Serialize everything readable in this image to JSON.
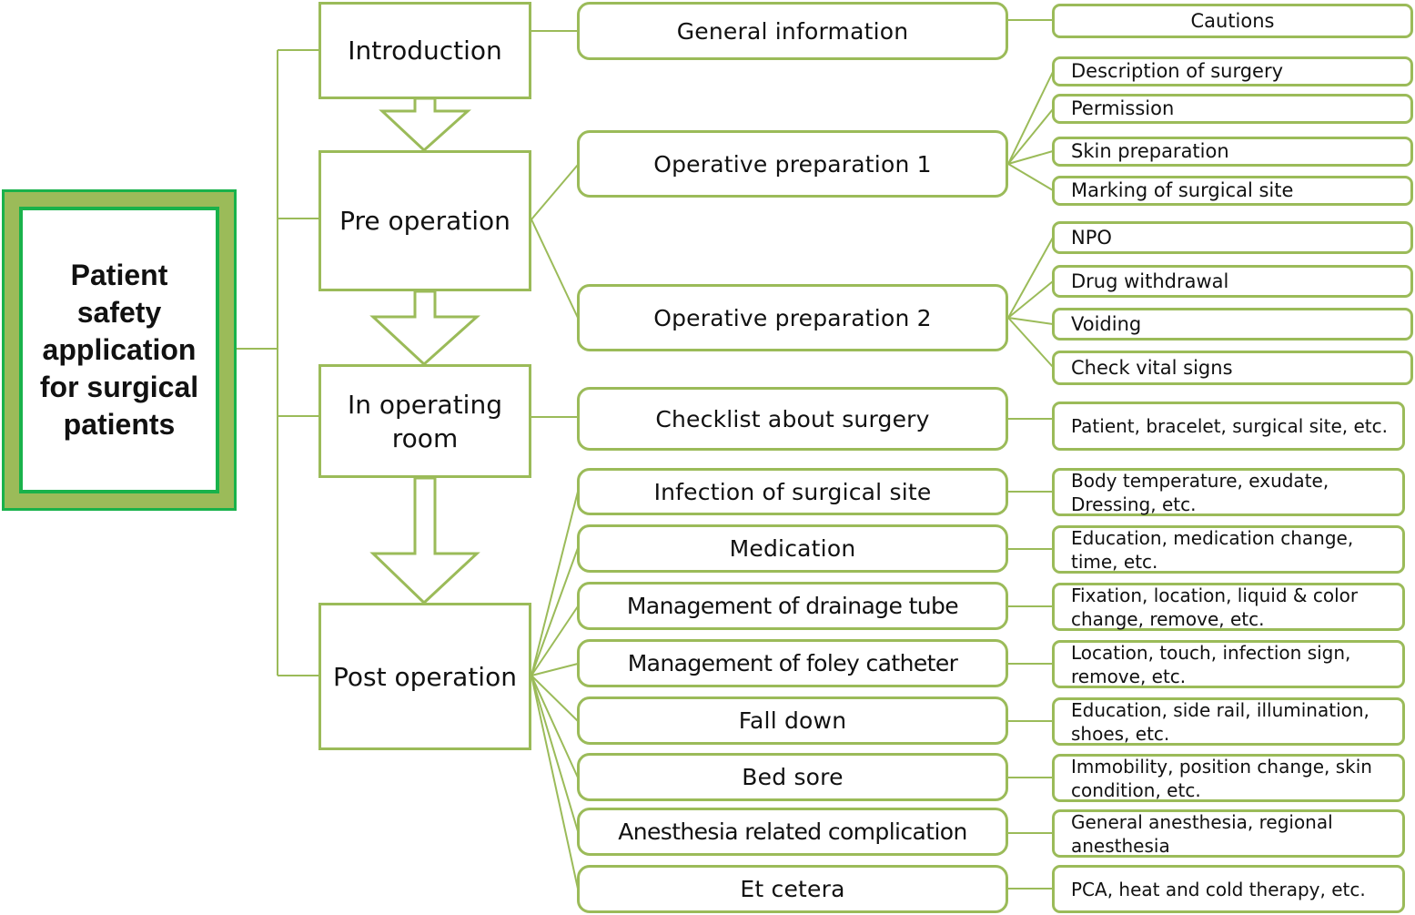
{
  "root": {
    "title": "Patient safety application for surgical patients"
  },
  "stages": {
    "introduction": "Introduction",
    "pre_operation": "Pre operation",
    "in_operating_room": "In operating room",
    "post_operation": "Post operation"
  },
  "categories": {
    "general_information": "General information",
    "operative_preparation_1": "Operative preparation 1",
    "operative_preparation_2": "Operative preparation 2",
    "checklist_about_surgery": "Checklist about surgery",
    "infection_of_surgical_site": "Infection of surgical site",
    "medication": "Medication",
    "management_of_drainage_tube": "Management of drainage tube",
    "management_of_foley_catheter": "Management of foley catheter",
    "fall_down": "Fall down",
    "bed_sore": "Bed sore",
    "anesthesia_related_complication": "Anesthesia related complication",
    "et_cetera": "Et cetera"
  },
  "details": {
    "cautions": "Cautions",
    "description_of_surgery": "Description of surgery",
    "permission": "Permission",
    "skin_preparation": "Skin preparation",
    "marking_of_surgical_site": "Marking of surgical site",
    "npo": "NPO",
    "drug_withdrawal": "Drug withdrawal",
    "voiding": "Voiding",
    "check_vital_signs": "Check vital signs",
    "checklist_items": "Patient, bracelet, surgical site, etc.",
    "infection_items": "Body temperature, exudate, Dressing, etc.",
    "medication_items": "Education, medication change, time, etc.",
    "drainage_items": "Fixation, location, liquid & color change, remove, etc.",
    "foley_items": "Location, touch, infection sign, remove, etc.",
    "fall_items": "Education, side rail, illumination, shoes, etc.",
    "bed_sore_items": "Immobility, position change, skin condition, etc.",
    "anesthesia_items": "General anesthesia, regional anesthesia",
    "et_cetera_items": "PCA, heat and cold therapy, etc."
  },
  "colors": {
    "outline_green": "#9bbb59",
    "root_border": "#19b24b",
    "root_fill": "#9bbb59",
    "text": "#111111",
    "background": "#ffffff"
  }
}
